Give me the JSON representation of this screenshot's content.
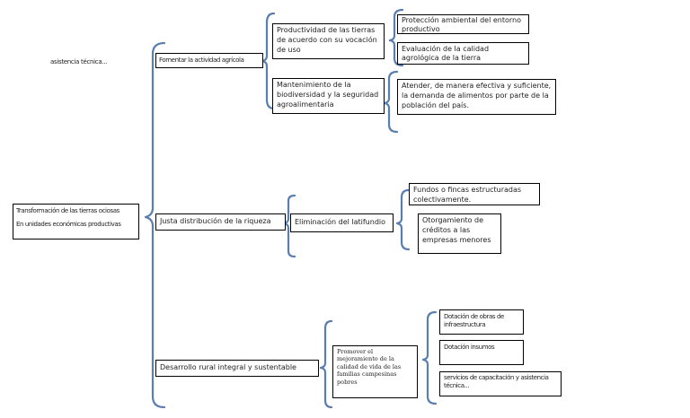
{
  "note": "asistencia técnica...",
  "root": {
    "line1": "Transformación de las tierras ociosas",
    "line2": "En unidades económicas productivas"
  },
  "branches": [
    {
      "label": "Fomentar la actividad agrícola"
    },
    {
      "label": "Justa distribución de la riqueza"
    },
    {
      "label": "Desarrollo rural integral y sustentable"
    }
  ],
  "sub": {
    "productividad": "Productividad de las tierras de acuerdo con su vocación de uso",
    "mantenimiento": "Mantenimiento de la biodiversidad y la seguridad agroalimentaria",
    "latifundio": "Eliminación del latifundio",
    "promover": "Promover el mejoramiento de la calidad de vida de las familias campesinas pobres"
  },
  "leaves": {
    "proteccion": "Protección ambiental  del entorno productivo",
    "evaluacion": "Evaluación de la calidad agrológica de la tierra",
    "atender": "Atender, de manera efectiva y suficiente, la demanda de alimentos por parte de la población del país.",
    "fundos": "Fundos o fincas estructuradas colectivamente.",
    "otorgamiento": "Otorgamiento de créditos a las empresas menores",
    "dotacion_obras": "Dotación de obras de infraestructura",
    "dotacion_insumos": "Dotación insumos",
    "servicios": "servicios de capacitación  y asistencia técnica..."
  },
  "colors": {
    "bracket": "#5a7eb0",
    "border": "#000000"
  }
}
